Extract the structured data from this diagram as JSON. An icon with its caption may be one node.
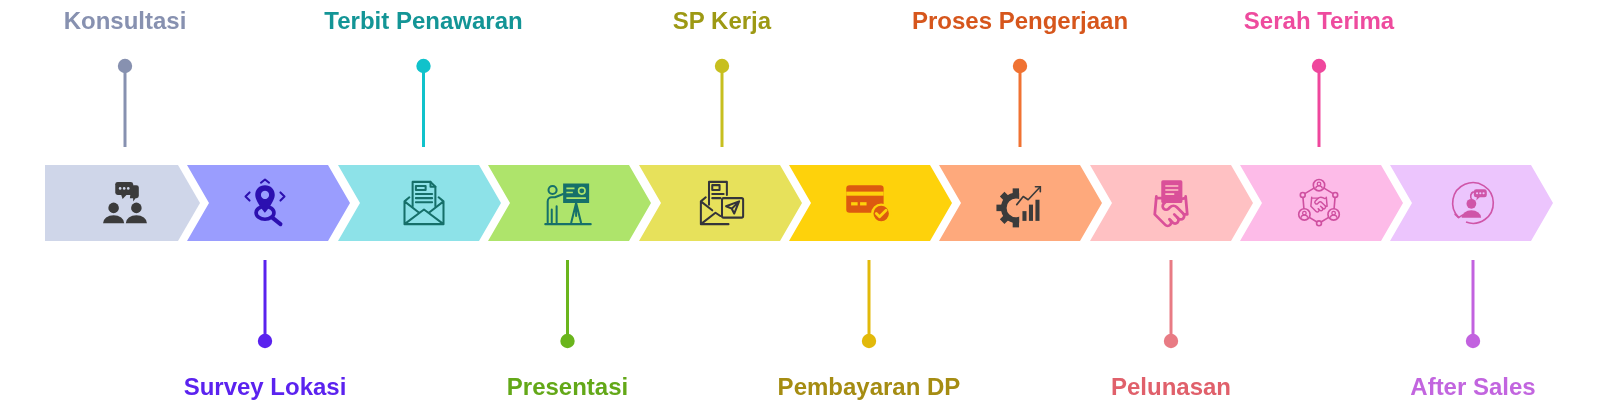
{
  "diagram": {
    "nodes": [
      {
        "text": [
          "Konsultasi"
        ]
      },
      {
        "text": [],
        "shape": "arrow"
      },
      {
        "text": [
          "Survey Lokasi"
        ]
      },
      {
        "text": [],
        "shape": "chevron"
      },
      {
        "text": [
          "Terbit Penawaran"
        ]
      },
      {
        "text": [],
        "shape": "chevron"
      },
      {
        "text": [
          "Presentasi"
        ]
      },
      {
        "text": [],
        "shape": "chevron"
      },
      {
        "text": [
          "SP Kerja"
        ]
      },
      {
        "text": [],
        "shape": "chevron"
      },
      {
        "text": [
          "Pembayaran DP"
        ]
      },
      {
        "text": [],
        "shape": "chevron"
      },
      {
        "text": [
          "Proses Pengerjaan"
        ]
      },
      {
        "text": [],
        "shape": "chevron"
      },
      {
        "text": [
          "Pelunasan"
        ]
      },
      {
        "text": [],
        "shape": "chevron"
      },
      {
        "text": [
          "Serah Terima"
        ]
      },
      {
        "text": [],
        "shape": "chevron"
      },
      {
        "text": [
          "After Sales"
        ]
      },
      {
        "text": [],
        "shape": "chevron"
      }
    ],
    "edges": [
      {
        "from": 0,
        "to": 1,
        "arrow": "other",
        "color": "#8791b0"
      },
      {
        "from": 2,
        "to": 3,
        "arrow": "other",
        "color": "#5a22ee"
      },
      {
        "from": 4,
        "to": 5,
        "arrow": "other",
        "color": "#10c2cb"
      },
      {
        "from": 6,
        "to": 7,
        "arrow": "other",
        "color": "#6ab51c"
      },
      {
        "from": 8,
        "to": 9,
        "arrow": "other",
        "color": "#c7bf1f"
      },
      {
        "from": 10,
        "to": 11,
        "arrow": "other",
        "color": "#e2b90a"
      },
      {
        "from": 12,
        "to": 13,
        "arrow": "other",
        "color": "#f07232"
      },
      {
        "from": 14,
        "to": 15,
        "arrow": "other",
        "color": "#e87b84"
      },
      {
        "from": 16,
        "to": 17,
        "arrow": "other",
        "color": "#ef479d"
      },
      {
        "from": 18,
        "to": 19,
        "arrow": "other",
        "color": "#c262df"
      }
    ]
  }
}
